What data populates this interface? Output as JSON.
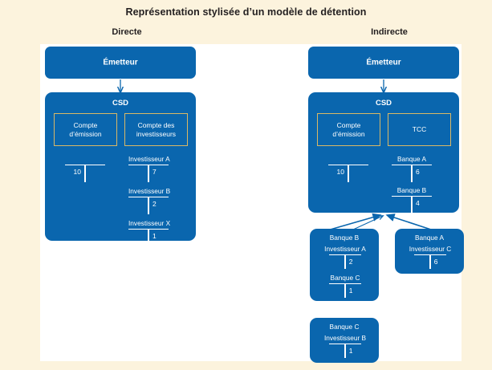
{
  "title": "Représentation stylisée d’un modèle de détention",
  "colors": {
    "page_background": "#FCF3DD",
    "panel_background": "#FFFFFF",
    "box_blue": "#0A66AE",
    "account_border_gold": "#D9B866",
    "text_dark": "#231F20",
    "text_light": "#FFFFFF"
  },
  "columns": {
    "left_heading": "Directe",
    "right_heading": "Indirecte"
  },
  "direct": {
    "issuer_box": {
      "label": "Émetteur"
    },
    "csd_box": {
      "label": "CSD"
    },
    "accounts": [
      {
        "name": "compte-emission",
        "lines": [
          "Compte",
          "d’émission"
        ]
      },
      {
        "name": "compte-investisseurs",
        "lines": [
          "Compte des",
          "investisseurs"
        ]
      }
    ],
    "issuance_ledger": {
      "label": "",
      "value": "10",
      "side": "left"
    },
    "investor_ledgers": [
      {
        "label": "Investisseur A",
        "value": "7"
      },
      {
        "label": "Investisseur B",
        "value": "2"
      },
      {
        "label": "Investisseur X",
        "value": "1"
      }
    ]
  },
  "indirect": {
    "issuer_box": {
      "label": "Émetteur"
    },
    "csd_box": {
      "label": "CSD"
    },
    "accounts": [
      {
        "name": "compte-emission",
        "lines": [
          "Compte",
          "d’émission"
        ]
      },
      {
        "name": "tcc",
        "lines": [
          "TCC"
        ]
      }
    ],
    "issuance_ledger": {
      "label": "",
      "value": "10",
      "side": "left"
    },
    "bank_ledgers": [
      {
        "label": "Banque A",
        "value": "6"
      },
      {
        "label": "Banque B",
        "value": "4"
      }
    ],
    "participant_boxes": [
      {
        "name": "banque-b",
        "heading": [
          "Banque B"
        ],
        "ledgers": [
          {
            "label": "Investisseur A",
            "value": "2"
          },
          {
            "label": "Banque C",
            "value": "1"
          }
        ]
      },
      {
        "name": "banque-a",
        "heading": [
          "Banque A"
        ],
        "ledgers": [
          {
            "label": "Investisseur C",
            "value": "6"
          }
        ]
      },
      {
        "name": "banque-c",
        "heading": [
          "Banque C"
        ],
        "ledgers": [
          {
            "label": "Investisseur B",
            "value": "1"
          }
        ]
      }
    ]
  }
}
